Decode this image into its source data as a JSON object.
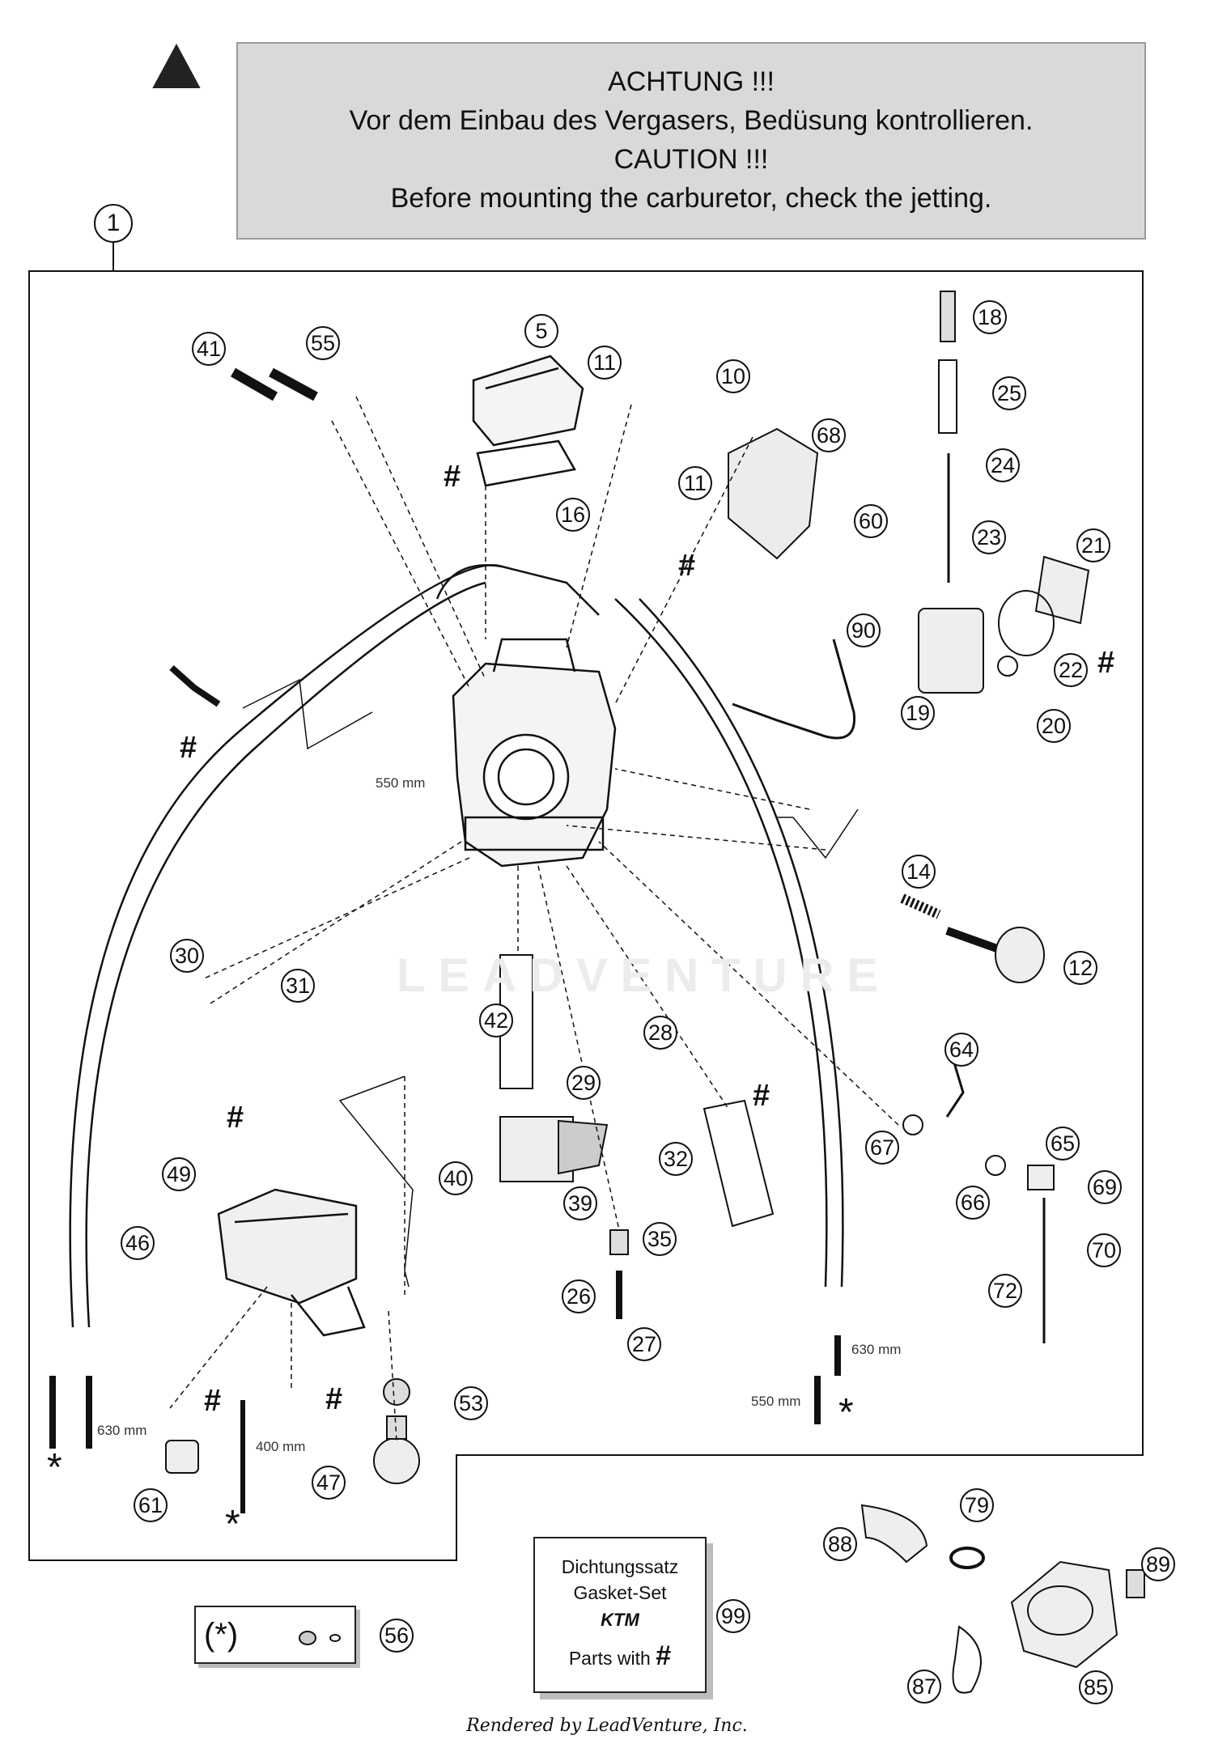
{
  "warning": {
    "de_title": "ACHTUNG !!!",
    "de_text": "Vor dem Einbau des Vergasers, Bedüsung kontrollieren.",
    "en_title": "CAUTION !!!",
    "en_text": "Before mounting the carburetor, check the jetting."
  },
  "callouts": {
    "c1": "1",
    "c5": "5",
    "c10": "10",
    "c11a": "11",
    "c11b": "11",
    "c12": "12",
    "c14": "14",
    "c16": "16",
    "c18": "18",
    "c19": "19",
    "c20": "20",
    "c21": "21",
    "c22": "22",
    "c23": "23",
    "c24": "24",
    "c25": "25",
    "c26": "26",
    "c27": "27",
    "c28": "28",
    "c29": "29",
    "c30": "30",
    "c31": "31",
    "c32": "32",
    "c35": "35",
    "c39": "39",
    "c40": "40",
    "c41": "41",
    "c42": "42",
    "c46": "46",
    "c47": "47",
    "c49": "49",
    "c53": "53",
    "c55": "55",
    "c56": "56",
    "c60": "60",
    "c61": "61",
    "c64": "64",
    "c65": "65",
    "c66": "66",
    "c67": "67",
    "c68": "68",
    "c69": "69",
    "c70": "70",
    "c72": "72",
    "c79": "79",
    "c85": "85",
    "c87": "87",
    "c88": "88",
    "c89": "89",
    "c90": "90",
    "c99": "99"
  },
  "symbols": {
    "hash": "#",
    "star": "*"
  },
  "measurements": {
    "m550_top": "550 mm",
    "m630_left": "630 mm",
    "m400": "400 mm",
    "m630_right": "630 mm",
    "m550_right": "550 mm"
  },
  "gasket_set": {
    "line1": "Dichtungssatz",
    "line2": "Gasket-Set",
    "brand": "KTM",
    "line3": "Parts with"
  },
  "kit_label": "(*)",
  "watermark": "LEADVENTURE",
  "footer": "Rendered by LeadVenture, Inc."
}
